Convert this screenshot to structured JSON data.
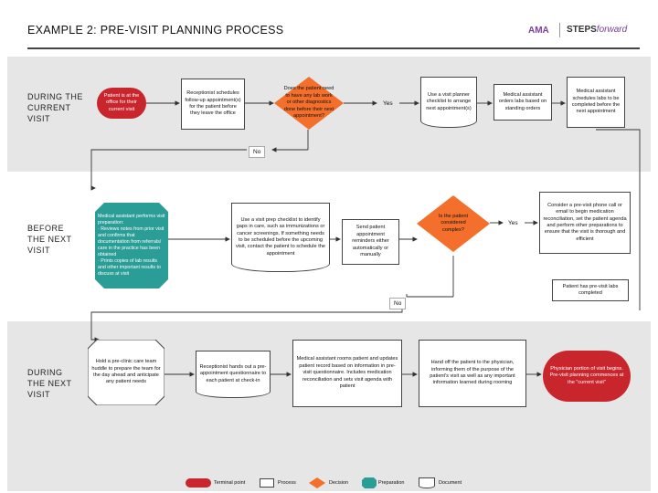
{
  "header": {
    "title": "EXAMPLE 2: PRE-VISIT PLANNING PROCESS",
    "logo_ama": "AMA",
    "logo_steps": "STEPS",
    "logo_forward": "forward"
  },
  "phases": {
    "current": "DURING THE CURRENT VISIT",
    "before": "BEFORE THE NEXT VISIT",
    "next": "DURING THE NEXT VISIT"
  },
  "nodes": {
    "patient_office": "Patient is at the office for their current visit",
    "receptionist_schedule": "Receptionist schedules follow-up appointment(s) for the patient before they leave the office",
    "decision_work": "Does the patient need to have any lab work or other diagnostics done before their next appointment?",
    "yes_1": "Yes",
    "use_checklist": "Use a visit planner checklist to arrange next appointment(s)",
    "ma_orders": "Medical assistant orders labs based on standing orders",
    "ma_schedules": "Medical assistant schedules labs to be completed before the next appointment",
    "no_1": "No",
    "ma_performs": "Medical assistant performs visit preparation:\n· Reviews notes from prior visit and confirms that documentation from referrals/ care in the practice has been obtained\n· Prints copies of lab results and other important results to discuss at visit",
    "prep_checklist": "Use a visit prep checklist to identify gaps in care, such as immunizations or cancer screenings. If something needs to be scheduled before the upcoming visit, contact the patient to schedule the appointment",
    "send_reminder": "Send patient appointment reminders either automatically or manually",
    "decision_complete": "Is the patient considered complex?",
    "yes_2": "Yes",
    "consider_call": "Consider a pre-visit phone call or email to begin medication reconciliation, set the patient agenda and perform other preparations to ensure that the visit is thorough and efficient",
    "labs_completed": "Patient has pre-visit labs completed",
    "no_2": "No",
    "huddle": "Hold a pre-clinic care team huddle to prepare the team for the day ahead and anticipate any patient needs",
    "questionnaire": "Receptionist hands out a pre-appointment questionnaire to each patient at check-in",
    "ma_rooms": "Medical assistant rooms patient and updates patient record based on information in pre-visit questionnaire. Includes medication reconciliation and sets visit agenda with patient",
    "hand_off": "Hand off the patient to the physician, informing them of the purpose of the patient's visit as well as any important information learned during rooming",
    "physician_portion": "Physician portion of visit begins. Pre-visit planning commences at the \"current visit\""
  },
  "legend": {
    "terminal": "Terminal point",
    "process": "Process",
    "decision": "Decision",
    "preparation": "Preparation",
    "document": "Document"
  },
  "colors": {
    "terminal": "#c8252c",
    "decision": "#f36f2b",
    "preparation": "#2a9d96",
    "band": "#e6e6e6",
    "logo_purple": "#7a3e9d"
  }
}
